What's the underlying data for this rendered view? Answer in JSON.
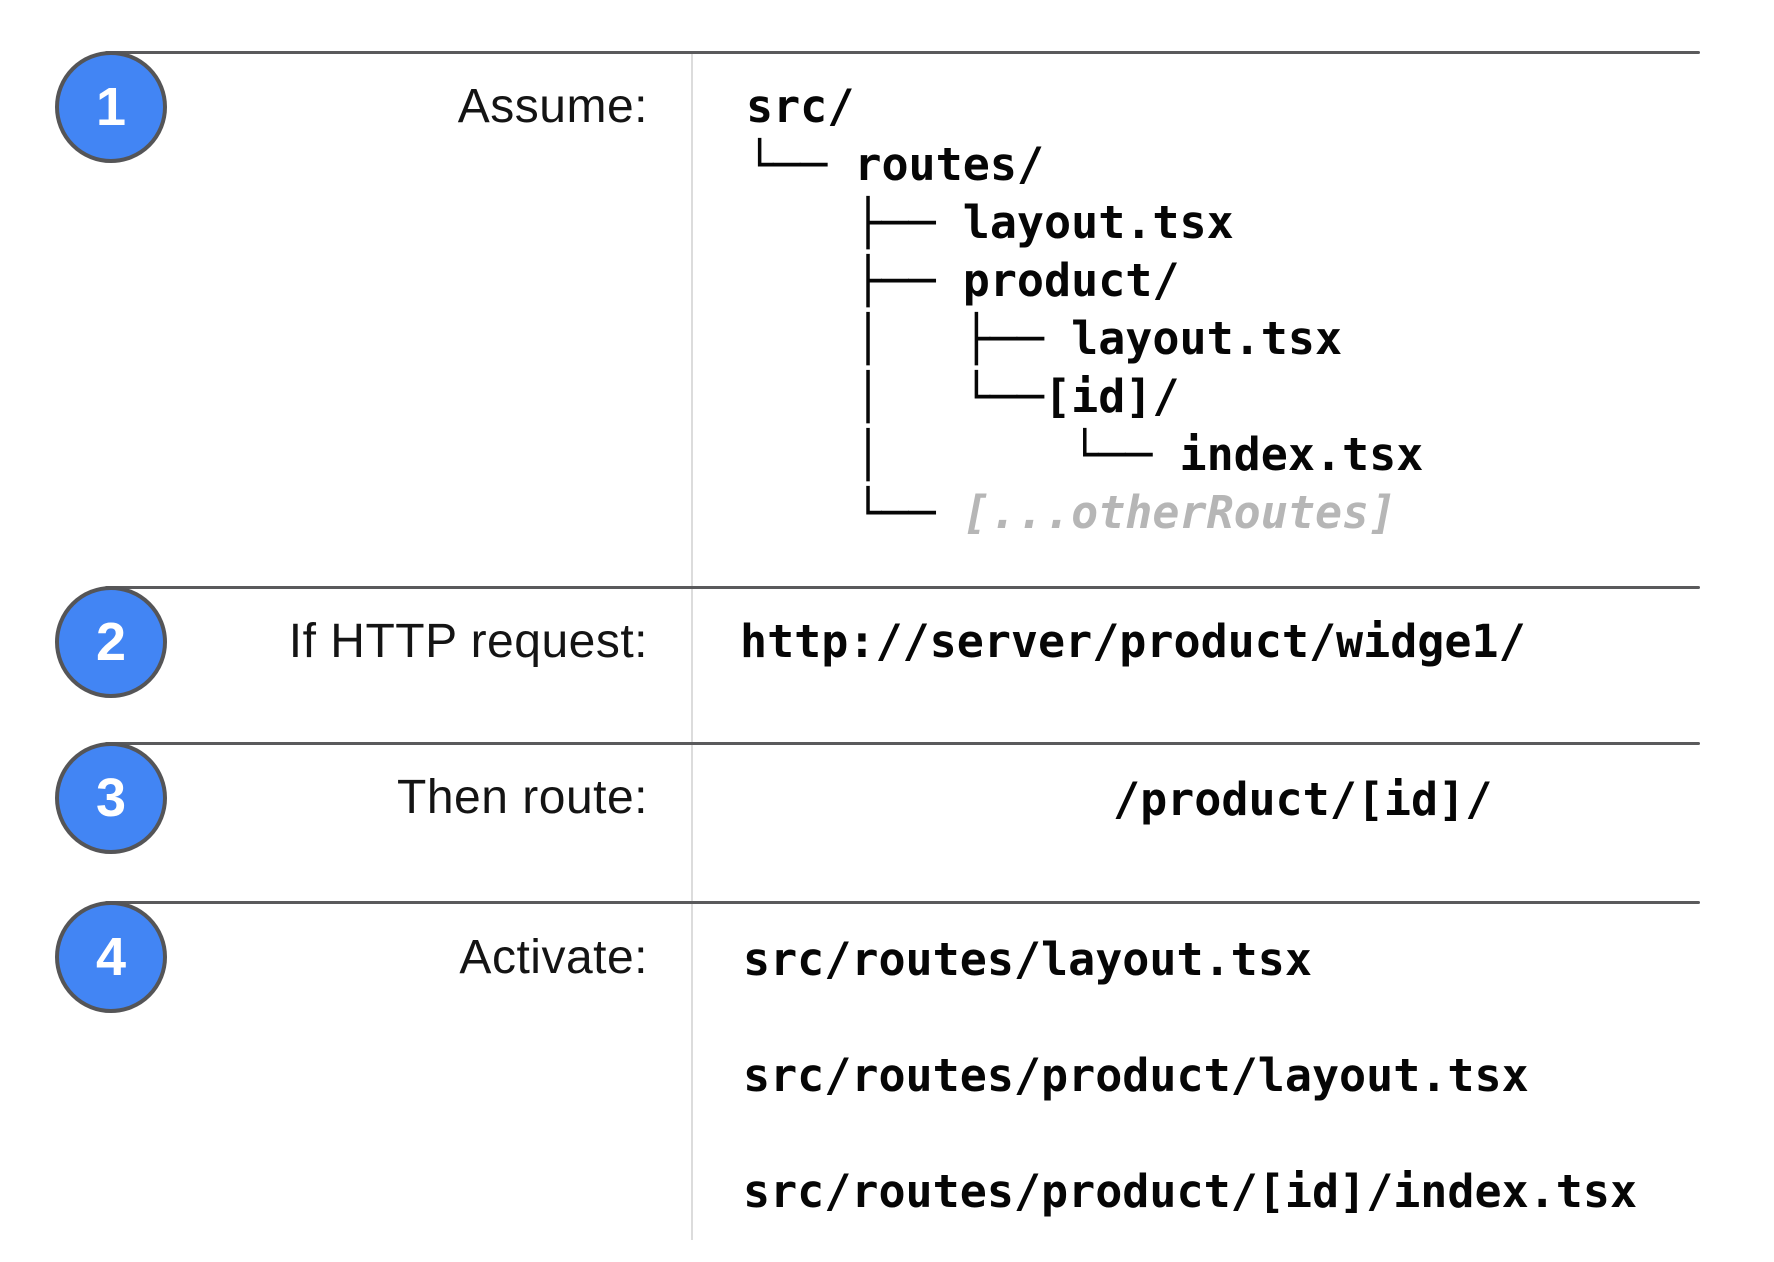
{
  "colors": {
    "accent_blue": "#4285f4",
    "muted_text": "#b6b6b6",
    "rule_gray": "#5a5a5c",
    "divider_gray": "#dcdcdc"
  },
  "rows": [
    {
      "num": "1",
      "label": "Assume:",
      "tree": [
        {
          "prefix": "",
          "name": "src/"
        },
        {
          "prefix": "└── ",
          "name": "routes/"
        },
        {
          "prefix": "    ├── ",
          "name": "layout.tsx"
        },
        {
          "prefix": "    ├── ",
          "name": "product/"
        },
        {
          "prefix": "    │   ├── ",
          "name": "layout.tsx"
        },
        {
          "prefix": "    │   └──",
          "name": "[id]/"
        },
        {
          "prefix": "    │       └── ",
          "name": "index.tsx"
        },
        {
          "prefix": "    └── ",
          "name": "[...otherRoutes]",
          "muted": true
        }
      ]
    },
    {
      "num": "2",
      "label": "If HTTP request:",
      "code": "http://server/product/widge1/"
    },
    {
      "num": "3",
      "label": "Then route:",
      "code": "/product/[id]/"
    },
    {
      "num": "4",
      "label": "Activate:",
      "code_lines": [
        "src/routes/layout.tsx",
        "src/routes/product/layout.tsx",
        "src/routes/product/[id]/index.tsx"
      ]
    }
  ]
}
